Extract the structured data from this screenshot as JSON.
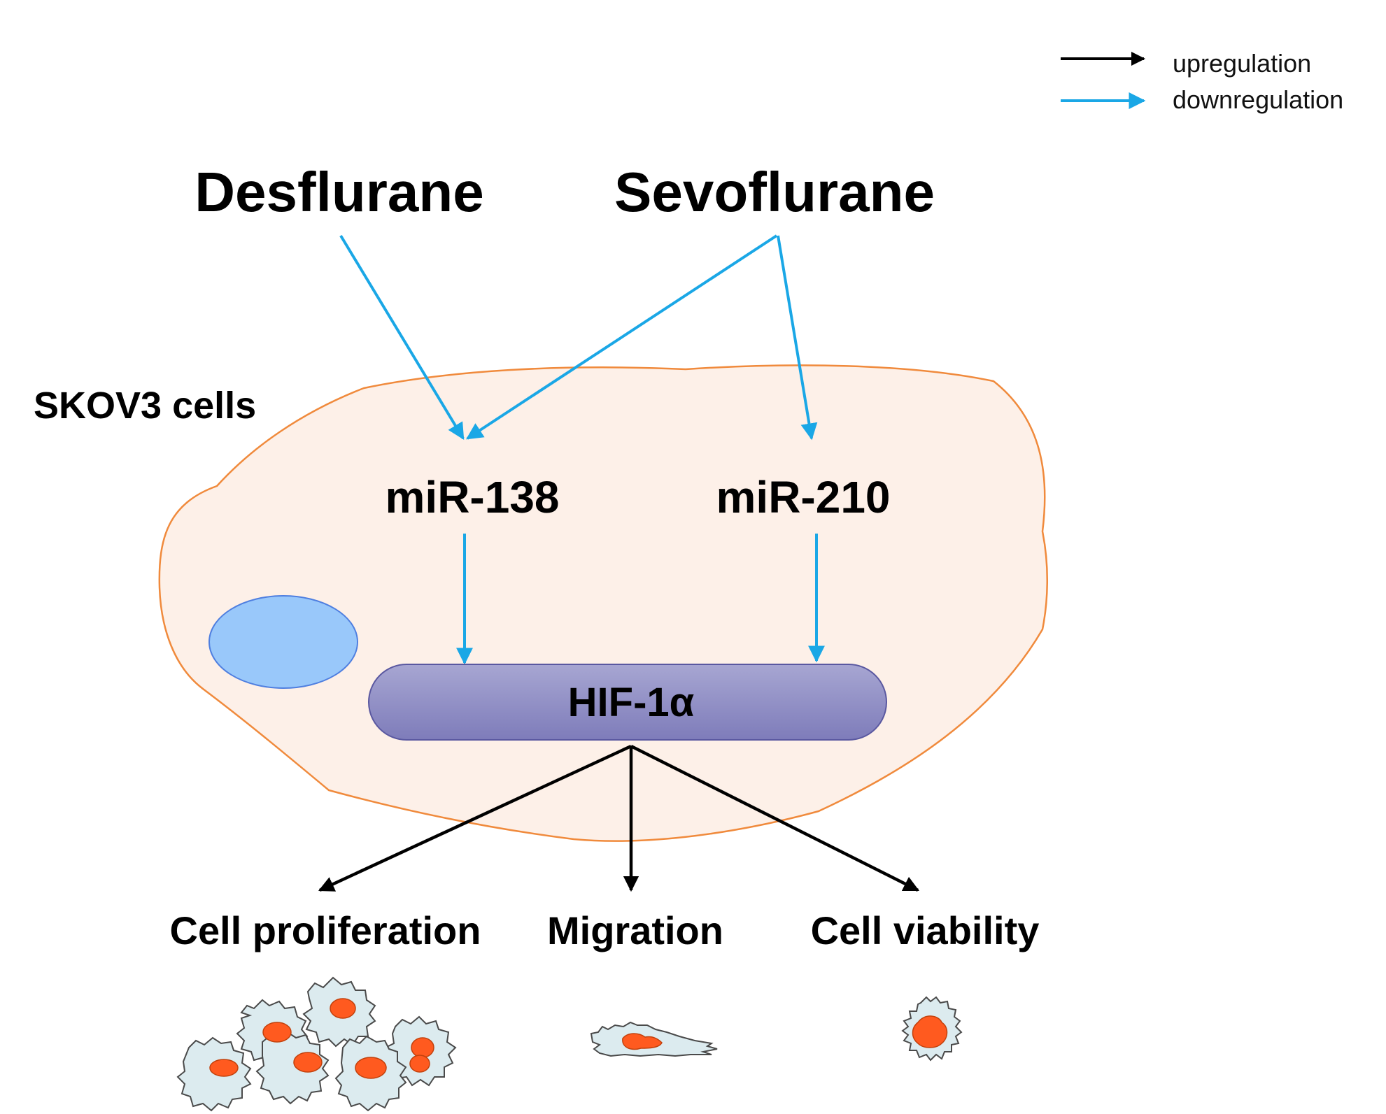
{
  "legend": {
    "up_label": "upregulation",
    "down_label": "downregulation"
  },
  "drugs": {
    "desflurane": "Desflurane",
    "sevoflurane": "Sevoflurane"
  },
  "cell_label": "SKOV3 cells",
  "mirnas": {
    "mir138": "miR-138",
    "mir210": "miR-210"
  },
  "target": "HIF-1α",
  "outcomes": {
    "proliferation": "Cell proliferation",
    "migration": "Migration",
    "viability": "Cell viability"
  },
  "colors": {
    "up_arrow": "#000000",
    "down_arrow": "#1aa7e6",
    "cell_fill": "#fdf0e8",
    "cell_stroke": "#f08a3c",
    "nucleus_fill": "#99c8fa",
    "nucleus_stroke": "#4f7fe0",
    "hif_fill_top": "#a7a6d2",
    "hif_fill_bottom": "#7e7cba",
    "cell_icon_fill": "#dcebef",
    "cell_icon_nucleus": "#ff5a1f"
  }
}
